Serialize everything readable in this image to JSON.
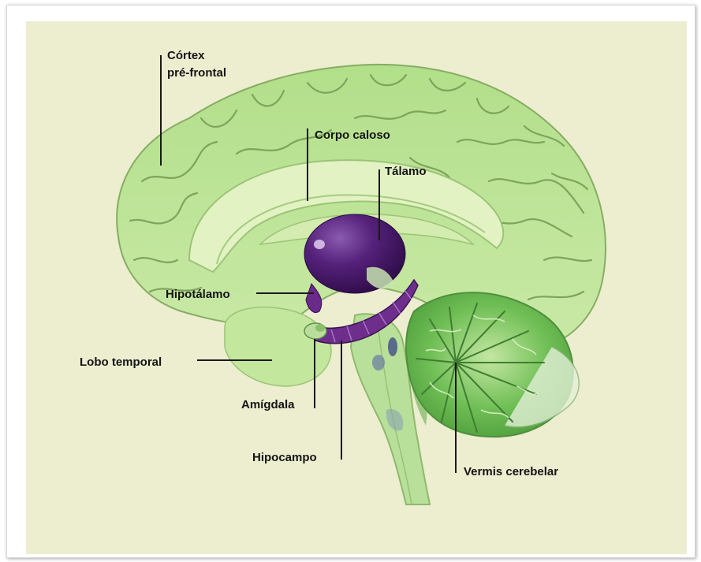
{
  "labels": {
    "cortex_line1": "Córtex",
    "cortex_line2": "pré-frontal",
    "corpo_caloso": "Corpo caloso",
    "talamo": "Tálamo",
    "hipotalamo": "Hipotálamo",
    "lobo_temporal": "Lobo temporal",
    "amigdala": "Amígdala",
    "hipocampo": "Hipocampo",
    "vermis": "Vermis cerebelar"
  },
  "colors": {
    "background": "#ededd0",
    "brain_light": "#c6e8a0",
    "brain_mid": "#a9d983",
    "gyri_lines": "#7ea45c",
    "thalamus": "#4a1c6e",
    "hippocampus": "#6d2e8c",
    "cerebellum": "#6cbd52",
    "label_text": "#141414"
  }
}
